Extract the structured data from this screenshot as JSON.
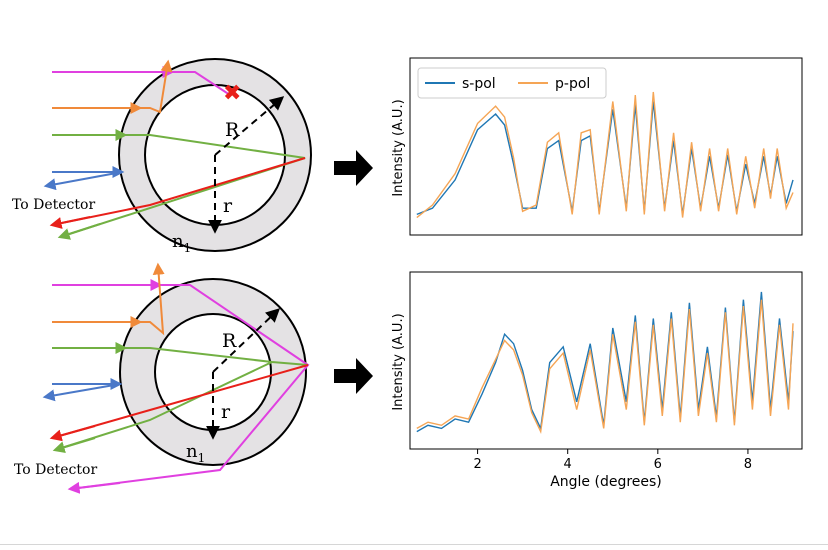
{
  "diagram_top": {
    "label_R": "R",
    "label_r": "r",
    "label_n": "n",
    "label_n_sub": "1",
    "label_detector": "To Detector"
  },
  "diagram_bottom": {
    "label_R": "R",
    "label_r": "r",
    "label_n": "n",
    "label_n_sub": "1",
    "label_detector": "To Detector"
  },
  "colors": {
    "magenta": "#e040e0",
    "orange": "#f08a3a",
    "green": "#72b043",
    "blue": "#4a78c8",
    "red": "#e8201a",
    "shell": "#e4e2e4",
    "s_pol": "#1f77b4",
    "p_pol": "#f5a555"
  },
  "chart_data": [
    {
      "type": "line",
      "legend": [
        "s-pol",
        "p-pol"
      ],
      "legend_placement": "top-left",
      "ylabel": "Intensity (A.U.)",
      "xlabel": "",
      "xlim": [
        0.5,
        9.2
      ],
      "xticks": [],
      "grid": false,
      "series": [
        {
          "name": "s-pol",
          "color": "#1f77b4",
          "x": [
            0.65,
            1.0,
            1.5,
            2.0,
            2.4,
            2.6,
            2.8,
            3.0,
            3.3,
            3.55,
            3.8,
            4.1,
            4.3,
            4.5,
            4.7,
            5.0,
            5.3,
            5.5,
            5.7,
            5.9,
            6.15,
            6.35,
            6.55,
            6.75,
            6.95,
            7.15,
            7.35,
            7.55,
            7.75,
            7.95,
            8.15,
            8.35,
            8.5,
            8.65,
            8.85,
            9.0
          ],
          "y": [
            0.08,
            0.12,
            0.3,
            0.62,
            0.72,
            0.65,
            0.4,
            0.12,
            0.12,
            0.5,
            0.55,
            0.1,
            0.55,
            0.58,
            0.1,
            0.75,
            0.12,
            0.78,
            0.1,
            0.8,
            0.12,
            0.55,
            0.08,
            0.5,
            0.12,
            0.45,
            0.12,
            0.46,
            0.1,
            0.4,
            0.15,
            0.45,
            0.2,
            0.45,
            0.15,
            0.3
          ]
        },
        {
          "name": "p-pol",
          "color": "#f5a555",
          "x": [
            0.65,
            1.0,
            1.5,
            2.0,
            2.4,
            2.6,
            2.8,
            3.0,
            3.3,
            3.55,
            3.8,
            4.1,
            4.3,
            4.5,
            4.7,
            5.0,
            5.3,
            5.5,
            5.7,
            5.9,
            6.15,
            6.35,
            6.55,
            6.75,
            6.95,
            7.15,
            7.35,
            7.55,
            7.75,
            7.95,
            8.15,
            8.35,
            8.5,
            8.65,
            8.85,
            9.0
          ],
          "y": [
            0.06,
            0.14,
            0.34,
            0.66,
            0.77,
            0.7,
            0.44,
            0.1,
            0.14,
            0.54,
            0.6,
            0.08,
            0.6,
            0.62,
            0.08,
            0.8,
            0.1,
            0.84,
            0.08,
            0.86,
            0.1,
            0.6,
            0.06,
            0.54,
            0.1,
            0.5,
            0.1,
            0.5,
            0.08,
            0.45,
            0.12,
            0.5,
            0.18,
            0.5,
            0.12,
            0.22
          ]
        }
      ]
    },
    {
      "type": "line",
      "ylabel": "Intensity (A.U.)",
      "xlabel": "Angle (degrees)",
      "xlim": [
        0.5,
        9.2
      ],
      "xticks": [
        2,
        4,
        6,
        8
      ],
      "grid": false,
      "series": [
        {
          "name": "s-pol",
          "color": "#1f77b4",
          "x": [
            0.65,
            0.9,
            1.2,
            1.5,
            1.8,
            2.1,
            2.4,
            2.6,
            2.8,
            3.0,
            3.2,
            3.4,
            3.6,
            3.9,
            4.2,
            4.5,
            4.8,
            5.0,
            5.3,
            5.5,
            5.7,
            5.9,
            6.1,
            6.3,
            6.5,
            6.7,
            6.9,
            7.1,
            7.3,
            7.5,
            7.7,
            7.9,
            8.1,
            8.3,
            8.5,
            8.7,
            8.9,
            9.0
          ],
          "y": [
            0.06,
            0.1,
            0.08,
            0.14,
            0.12,
            0.3,
            0.5,
            0.68,
            0.62,
            0.45,
            0.2,
            0.08,
            0.5,
            0.6,
            0.25,
            0.62,
            0.1,
            0.72,
            0.25,
            0.8,
            0.12,
            0.78,
            0.2,
            0.82,
            0.15,
            0.88,
            0.2,
            0.6,
            0.15,
            0.85,
            0.12,
            0.9,
            0.25,
            0.95,
            0.2,
            0.78,
            0.25,
            0.7
          ]
        },
        {
          "name": "p-pol",
          "color": "#f5a555",
          "x": [
            0.65,
            0.9,
            1.2,
            1.5,
            1.8,
            2.1,
            2.4,
            2.6,
            2.8,
            3.0,
            3.2,
            3.4,
            3.6,
            3.9,
            4.2,
            4.5,
            4.8,
            5.0,
            5.3,
            5.5,
            5.7,
            5.9,
            6.1,
            6.3,
            6.5,
            6.7,
            6.9,
            7.1,
            7.3,
            7.5,
            7.7,
            7.9,
            8.1,
            8.3,
            8.5,
            8.7,
            8.9,
            9.0
          ],
          "y": [
            0.08,
            0.12,
            0.1,
            0.16,
            0.14,
            0.34,
            0.52,
            0.64,
            0.58,
            0.42,
            0.18,
            0.06,
            0.46,
            0.56,
            0.2,
            0.58,
            0.08,
            0.68,
            0.2,
            0.76,
            0.1,
            0.74,
            0.16,
            0.78,
            0.12,
            0.84,
            0.16,
            0.56,
            0.12,
            0.82,
            0.1,
            0.86,
            0.2,
            0.9,
            0.16,
            0.74,
            0.2,
            0.75
          ]
        }
      ]
    }
  ]
}
